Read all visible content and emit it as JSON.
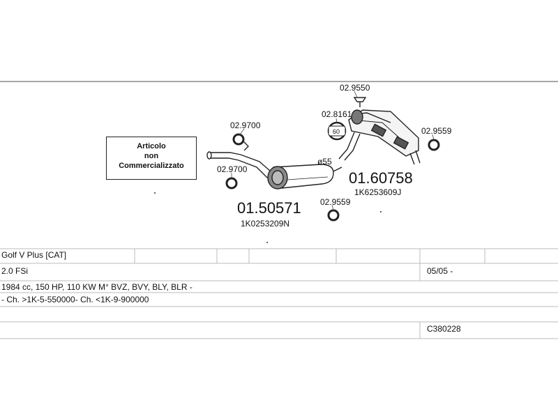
{
  "diagram": {
    "note": {
      "line1": "Articolo",
      "line2": "non",
      "line3": "Commercializzato"
    },
    "parts": {
      "clamp_9550": "02.9550",
      "mount_8161": "02.8161",
      "mount_8161_ring": "60",
      "hanger_9700_top": "02.9700",
      "hanger_9700_bottom": "02.9700",
      "rear_silencer_code": "01.60758",
      "rear_silencer_oem": "1K6253609J",
      "ring_9559_right": "02.9559",
      "ring_9559_center": "02.9559",
      "diameter_label": "ø55",
      "middle_silencer_code": "01.50571",
      "middle_silencer_oem": "1K0253209N"
    }
  },
  "table": {
    "model": "Golf V Plus  [CAT]",
    "engine": "2.0 FSi",
    "date_range": "05/05 -",
    "specs": "1984 cc, 150 HP, 110 KW M° BVZ, BVY, BLY, BLR -",
    "chassis": "- Ch. >1K-5-550000- Ch. <1K-9-900000",
    "reference": "C380228"
  }
}
